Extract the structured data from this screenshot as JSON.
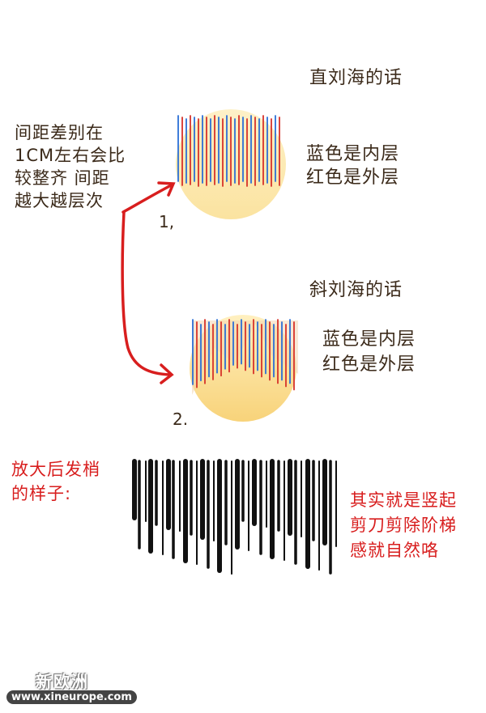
{
  "texts": {
    "title_straight": "直刘海的话",
    "side_note": [
      "间距差别在",
      "1CM左右会比",
      "较整齐 间距",
      "越大越层次"
    ],
    "legend1_line1": "蓝色是内层",
    "legend1_line2": "红色是外层",
    "num1": "1,",
    "title_slanted": "斜刘海的话",
    "legend2_line1": "蓝色是内层",
    "legend2_line2": "红色是外层",
    "num2": "2.",
    "zoom_label": [
      "放大后发梢",
      "的样子:"
    ],
    "explain": [
      "其实就是竖起",
      "剪刀剪除阶梯",
      "感就自然咯"
    ],
    "watermark_title": "新欧洲",
    "watermark_url": "www.xineurope.com"
  },
  "colors": {
    "blue_layer": "#2b6fd6",
    "red_layer": "#d6322a",
    "face": "#fbe7a6",
    "arrow": "#d81e1e",
    "text_dark": "#3b2a1a"
  },
  "icons": {
    "arrow1": "curved-red-arrow",
    "arrow2": "curved-red-arrow"
  }
}
